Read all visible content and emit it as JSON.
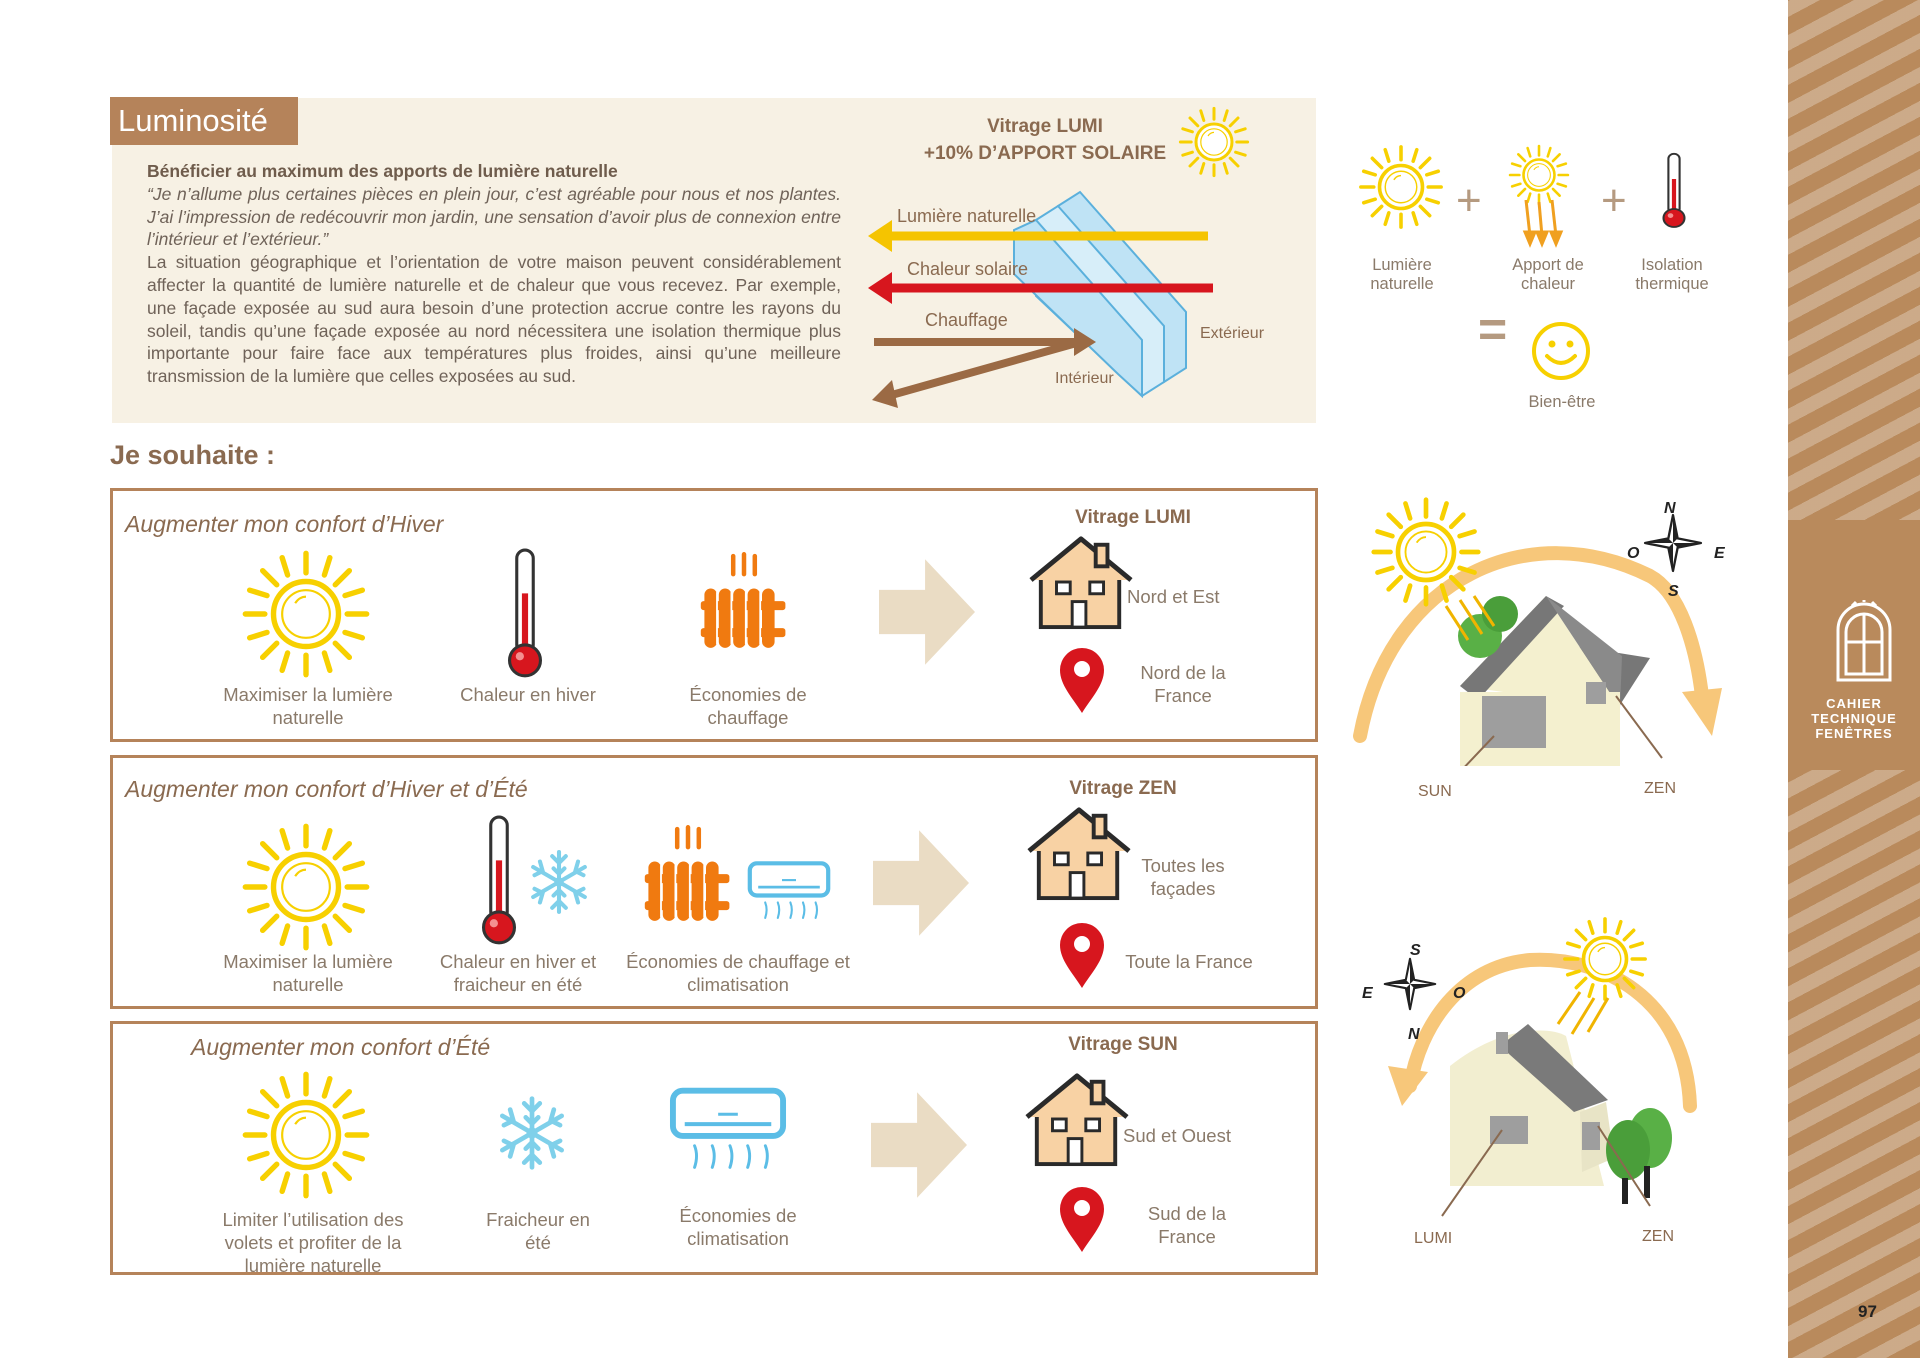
{
  "page": {
    "number": "97",
    "sidebar_label": [
      "CAHIER",
      "TECHNIQUE",
      "FENÊTRES"
    ]
  },
  "luminosite": {
    "tag": "Luminosité",
    "heading": "Bénéficier au maximum des apports de lumière naturelle",
    "quote": "“Je n’allume plus certaines pièces en plein jour, c’est agréable pour nous et nos plantes. J’ai l’impression de redécouvrir mon jardin, une sensation d’avoir plus de connexion entre l’intérieur et l’extérieur.”",
    "body": "La situation géographique et l’orientation de votre maison peuvent considérablement affecter la quantité de lumière naturelle et de chaleur que vous recevez. Par exemple, une façade exposée au sud aura besoin d’une protection accrue contre les rayons du soleil, tandis qu’une façade exposée au nord nécessitera une isolation thermique plus importante pour faire face aux températures plus froides, ainsi qu’une meilleure transmission de la lumière que celles exposées au sud.",
    "diagram": {
      "title_line1": "Vitrage LUMI",
      "title_line2": "+10% D’APPORT SOLAIRE",
      "arrow_light": "Lumière naturelle",
      "arrow_solar": "Chaleur solaire",
      "arrow_heating": "Chauffage",
      "exterior": "Extérieur",
      "interior": "Intérieur",
      "colors": {
        "light": "#f5c400",
        "solar": "#d7161e",
        "heating": "#9b6a44",
        "glass": "#bfe3f5"
      }
    }
  },
  "equation": {
    "items": [
      "Lumière naturelle",
      "Apport de chaleur",
      "Isolation thermique"
    ],
    "result": "Bien-être",
    "plus": "+",
    "equals": "="
  },
  "souhaite": "Je souhaite :",
  "panels": [
    {
      "title": "Augmenter mon confort d’Hiver",
      "items": [
        "Maximiser la lumière naturelle",
        "Chaleur en hiver",
        "Économies de chauffage"
      ],
      "glazing": "Vitrage LUMI",
      "orientation": "Nord et Est",
      "region": "Nord de la France"
    },
    {
      "title": "Augmenter mon confort d’Hiver et d’Été",
      "items": [
        "Maximiser la lumière naturelle",
        "Chaleur en hiver et fraicheur en été",
        "Économies de chauffage et climatisation"
      ],
      "glazing": "Vitrage ZEN",
      "orientation": "Toutes les façades",
      "region": "Toute la France"
    },
    {
      "title": "Augmenter mon confort d’Été",
      "items": [
        "Limiter l’utilisation des volets et profiter de la lumière naturelle",
        "Fraicheur en été",
        "Économies de climatisation"
      ],
      "glazing": "Vitrage SUN",
      "orientation": "Sud et Ouest",
      "region": "Sud de la France"
    }
  ],
  "house_diagrams": [
    {
      "compass": {
        "n": "N",
        "s": "S",
        "e": "E",
        "o": "O"
      },
      "labels": [
        "SUN",
        "ZEN"
      ]
    },
    {
      "compass": {
        "n": "N",
        "s": "S",
        "e": "E",
        "o": "O"
      },
      "labels": [
        "LUMI",
        "ZEN"
      ]
    }
  ],
  "colors": {
    "brown": "#b5835a",
    "sun": "#f7d000",
    "red": "#d7161e",
    "orange": "#f07a10",
    "ice": "#7fd0ea",
    "arrow": "#eadcc4"
  }
}
